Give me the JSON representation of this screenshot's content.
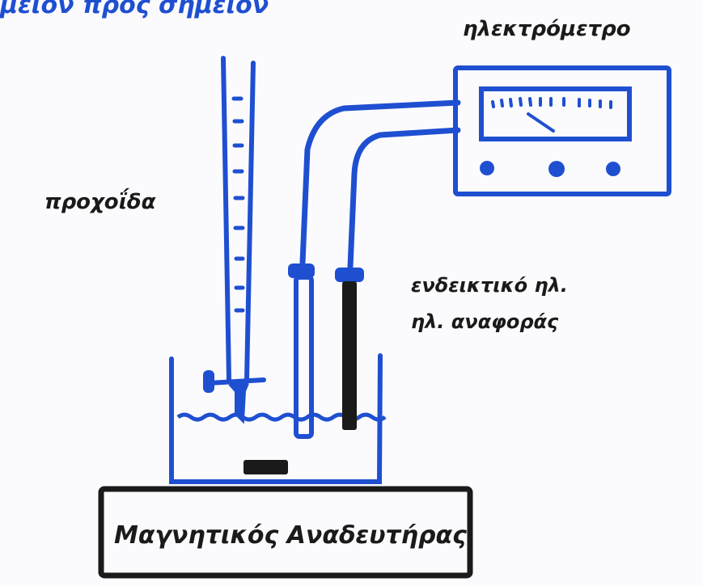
{
  "diagram": {
    "title": "μειον προς σημειον",
    "labels": {
      "meter": "ηλεκτρόμετρο",
      "burette": "προχοΐδα",
      "indicator_electrode": "ενδεικτικό ηλ.",
      "reference_electrode": "ηλ. αναφοράς",
      "stirrer": "Μαγνητικός Αναδευτήρας"
    },
    "colors": {
      "ink_blue": "#1f4fd1",
      "ink_black": "#1a1a1a",
      "paper": "#fbfbfd"
    }
  }
}
